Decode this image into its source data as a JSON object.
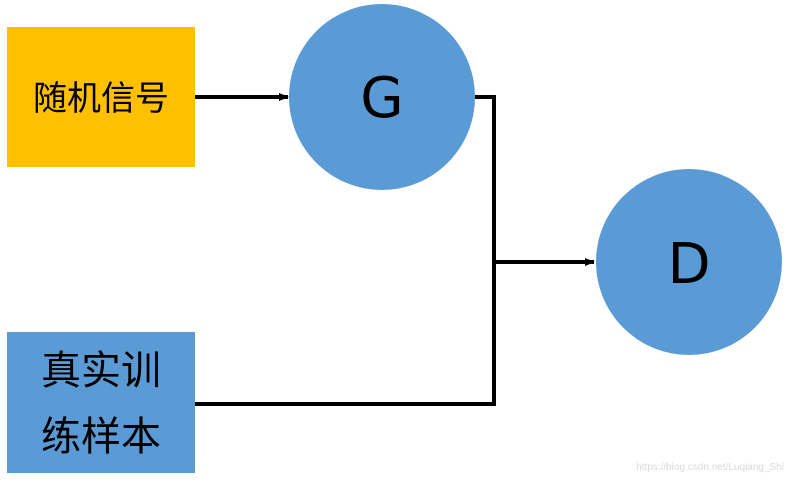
{
  "nodes": {
    "random_signal": {
      "label": "随机信号",
      "color": "#FFC000"
    },
    "real_samples": {
      "line1": "真实训",
      "line2": "练样本",
      "color": "#5B9BD5"
    },
    "generator": {
      "label": "G",
      "color": "#5B9BD5"
    },
    "discriminator": {
      "label": "D",
      "color": "#5B9BD5"
    }
  },
  "edges": [
    {
      "from": "random_signal",
      "to": "generator"
    },
    {
      "from": "generator",
      "to": "discriminator"
    },
    {
      "from": "real_samples",
      "to": "discriminator"
    }
  ],
  "watermark": "https://blog.csdn.net/Luqiang_Shi"
}
